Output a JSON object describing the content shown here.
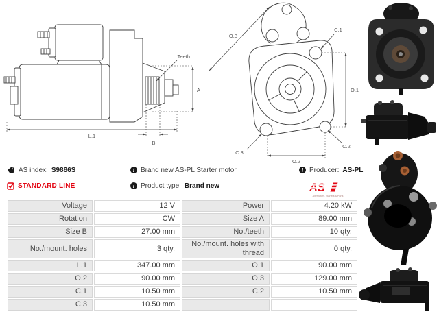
{
  "product": {
    "as_index_label": "AS index:",
    "as_index_value": "S9886S",
    "standard_line": "STANDARD LINE",
    "description": "Brand new AS-PL Starter motor",
    "product_type_label": "Product type:",
    "product_type_value": "Brand new",
    "producer_label": "Producer:",
    "producer_value": "AS-PL"
  },
  "logo": {
    "text": "AS",
    "subtext": "Alternators, Starters & Parts"
  },
  "icons": {
    "info_glyph": "i"
  },
  "colors": {
    "brand_red": "#e30613",
    "table_label_bg": "#e9e9e9",
    "table_border": "#d6d6d6",
    "drawing_line": "#3f3f3f"
  },
  "drawings": {
    "labels": {
      "teeth": "Teeth",
      "a": "A",
      "b": "B",
      "l1": "L.1",
      "o1": "O.1",
      "o2": "O.2",
      "o3": "O.3",
      "c1": "C.1",
      "c2": "C.2",
      "c3": "C.3"
    }
  },
  "specs": {
    "rows": [
      {
        "l1": "Voltage",
        "v1": "12 V",
        "l2": "Power",
        "v2": "4.20 kW"
      },
      {
        "l1": "Rotation",
        "v1": "CW",
        "l2": "Size A",
        "v2": "89.00 mm"
      },
      {
        "l1": "Size B",
        "v1": "27.00 mm",
        "l2": "No./teeth",
        "v2": "10 qty."
      },
      {
        "l1": "No./mount. holes",
        "v1": "3 qty.",
        "l2": "No./mount. holes with thread",
        "v2": "0 qty."
      },
      {
        "l1": "L.1",
        "v1": "347.00 mm",
        "l2": "O.1",
        "v2": "90.00 mm"
      },
      {
        "l1": "O.2",
        "v1": "90.00 mm",
        "l2": "O.3",
        "v2": "129.00 mm"
      },
      {
        "l1": "C.1",
        "v1": "10.50 mm",
        "l2": "C.2",
        "v2": "10.50 mm"
      },
      {
        "l1": "C.3",
        "v1": "10.50 mm",
        "l2": "",
        "v2": ""
      }
    ]
  }
}
